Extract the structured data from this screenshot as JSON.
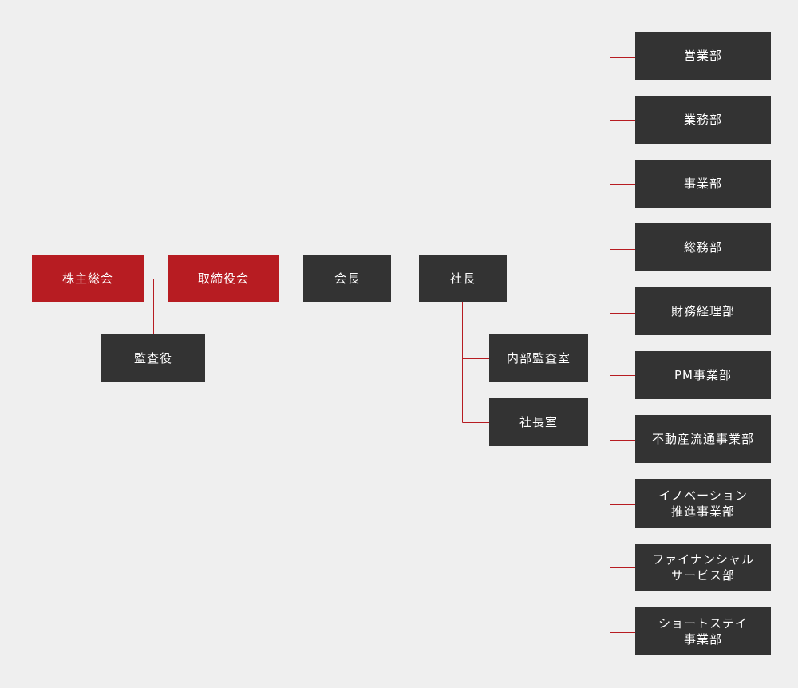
{
  "chart": {
    "shareholders": "株主総会",
    "board": "取締役会",
    "auditor": "監査役",
    "chairman": "会長",
    "president": "社長",
    "internal_audit": "内部監査室",
    "president_office": "社長室",
    "departments": [
      "営業部",
      "業務部",
      "事業部",
      "総務部",
      "財務経理部",
      "PM事業部",
      "不動産流通事業部",
      "イノベーション\n推進事業部",
      "ファイナンシャル\nサービス部",
      "ショートステイ\n事業部"
    ]
  },
  "colors": {
    "background": "#efefef",
    "box_dark": "#333333",
    "box_red": "#b71c22",
    "connector": "#b71c22",
    "text": "#ffffff"
  }
}
